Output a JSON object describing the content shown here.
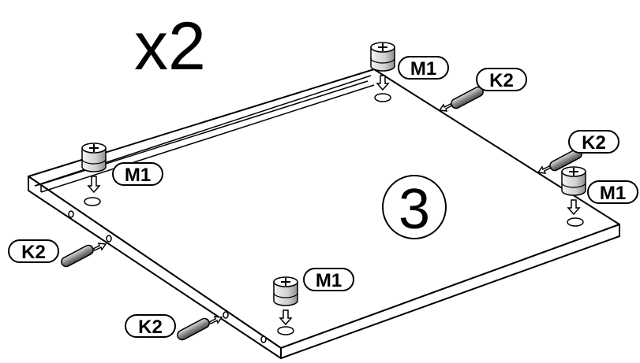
{
  "quantity": "x2",
  "part_number": "3",
  "labels": {
    "cam_lock": "M1",
    "dowel": "K2"
  },
  "colors": {
    "line": "#000000",
    "panel": "#ffffff",
    "hardware_fill": "#d9d9d9",
    "dowel_fill": "#9a9a9a"
  }
}
